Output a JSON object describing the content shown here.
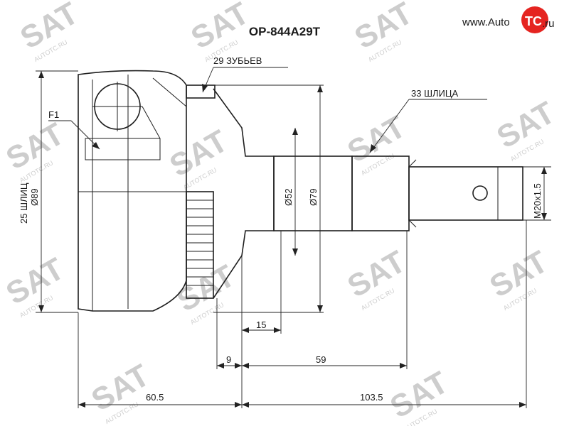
{
  "title": "OP-844A29T",
  "brand": {
    "logo_text_prefix": "www.Auto",
    "logo_text_mark": "TC",
    "logo_text_suffix": ".ru",
    "logo_color": "#e52420",
    "watermark_text": "SAT",
    "watermark_small": "AUTOTC.RU"
  },
  "callouts": {
    "teeth": "29 ЗУБЬЕВ",
    "outer_splines": "33 ШЛИЦА",
    "flag": "F1",
    "inner_splines": "25 ШЛИЦ",
    "outer_diameter": "Ø89"
  },
  "dimensions": {
    "d52": "Ø52",
    "d79": "Ø79",
    "thread": "M20x1.5",
    "len15": "15",
    "len9": "9",
    "len59": "59",
    "len605": "60.5",
    "len1035": "103.5"
  },
  "colors": {
    "line": "#1e1e1e",
    "watermark": "#c8c8c8",
    "accent": "#e52420"
  }
}
